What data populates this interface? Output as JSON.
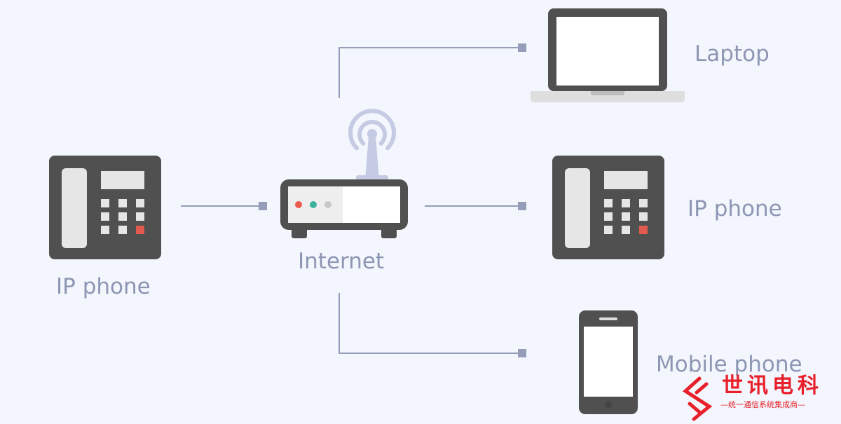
{
  "colors": {
    "background": "#f3f6fd",
    "device": "#505050",
    "screen": "#ffffff",
    "key": "#e6e6e6",
    "key_accent": "#e25a4e",
    "connector": "#959db8",
    "label": "#8d96b3",
    "wifi": "#c6cbe4",
    "router_light_red": "#ea5a4e",
    "router_light_green": "#3db39e",
    "router_light_gray": "#c8c8c8",
    "brand": "#e8202a"
  },
  "nodes": {
    "left_phone": {
      "label": "IP phone",
      "icon": "desk-phone-icon"
    },
    "router": {
      "label": "Internet",
      "icon": "router-icon"
    },
    "laptop": {
      "label": "Laptop",
      "icon": "laptop-icon"
    },
    "right_phone": {
      "label": "IP phone",
      "icon": "desk-phone-icon"
    },
    "mobile": {
      "label": "Mobile phone",
      "icon": "mobile-phone-icon"
    }
  },
  "edges": [
    {
      "from": "left_phone",
      "to": "router"
    },
    {
      "from": "router",
      "to": "laptop"
    },
    {
      "from": "router",
      "to": "right_phone"
    },
    {
      "from": "router",
      "to": "mobile"
    }
  ],
  "brand": {
    "name": "世讯电科",
    "tagline": "—统一通信系统集成商—",
    "icon": "brand-logo-icon"
  }
}
